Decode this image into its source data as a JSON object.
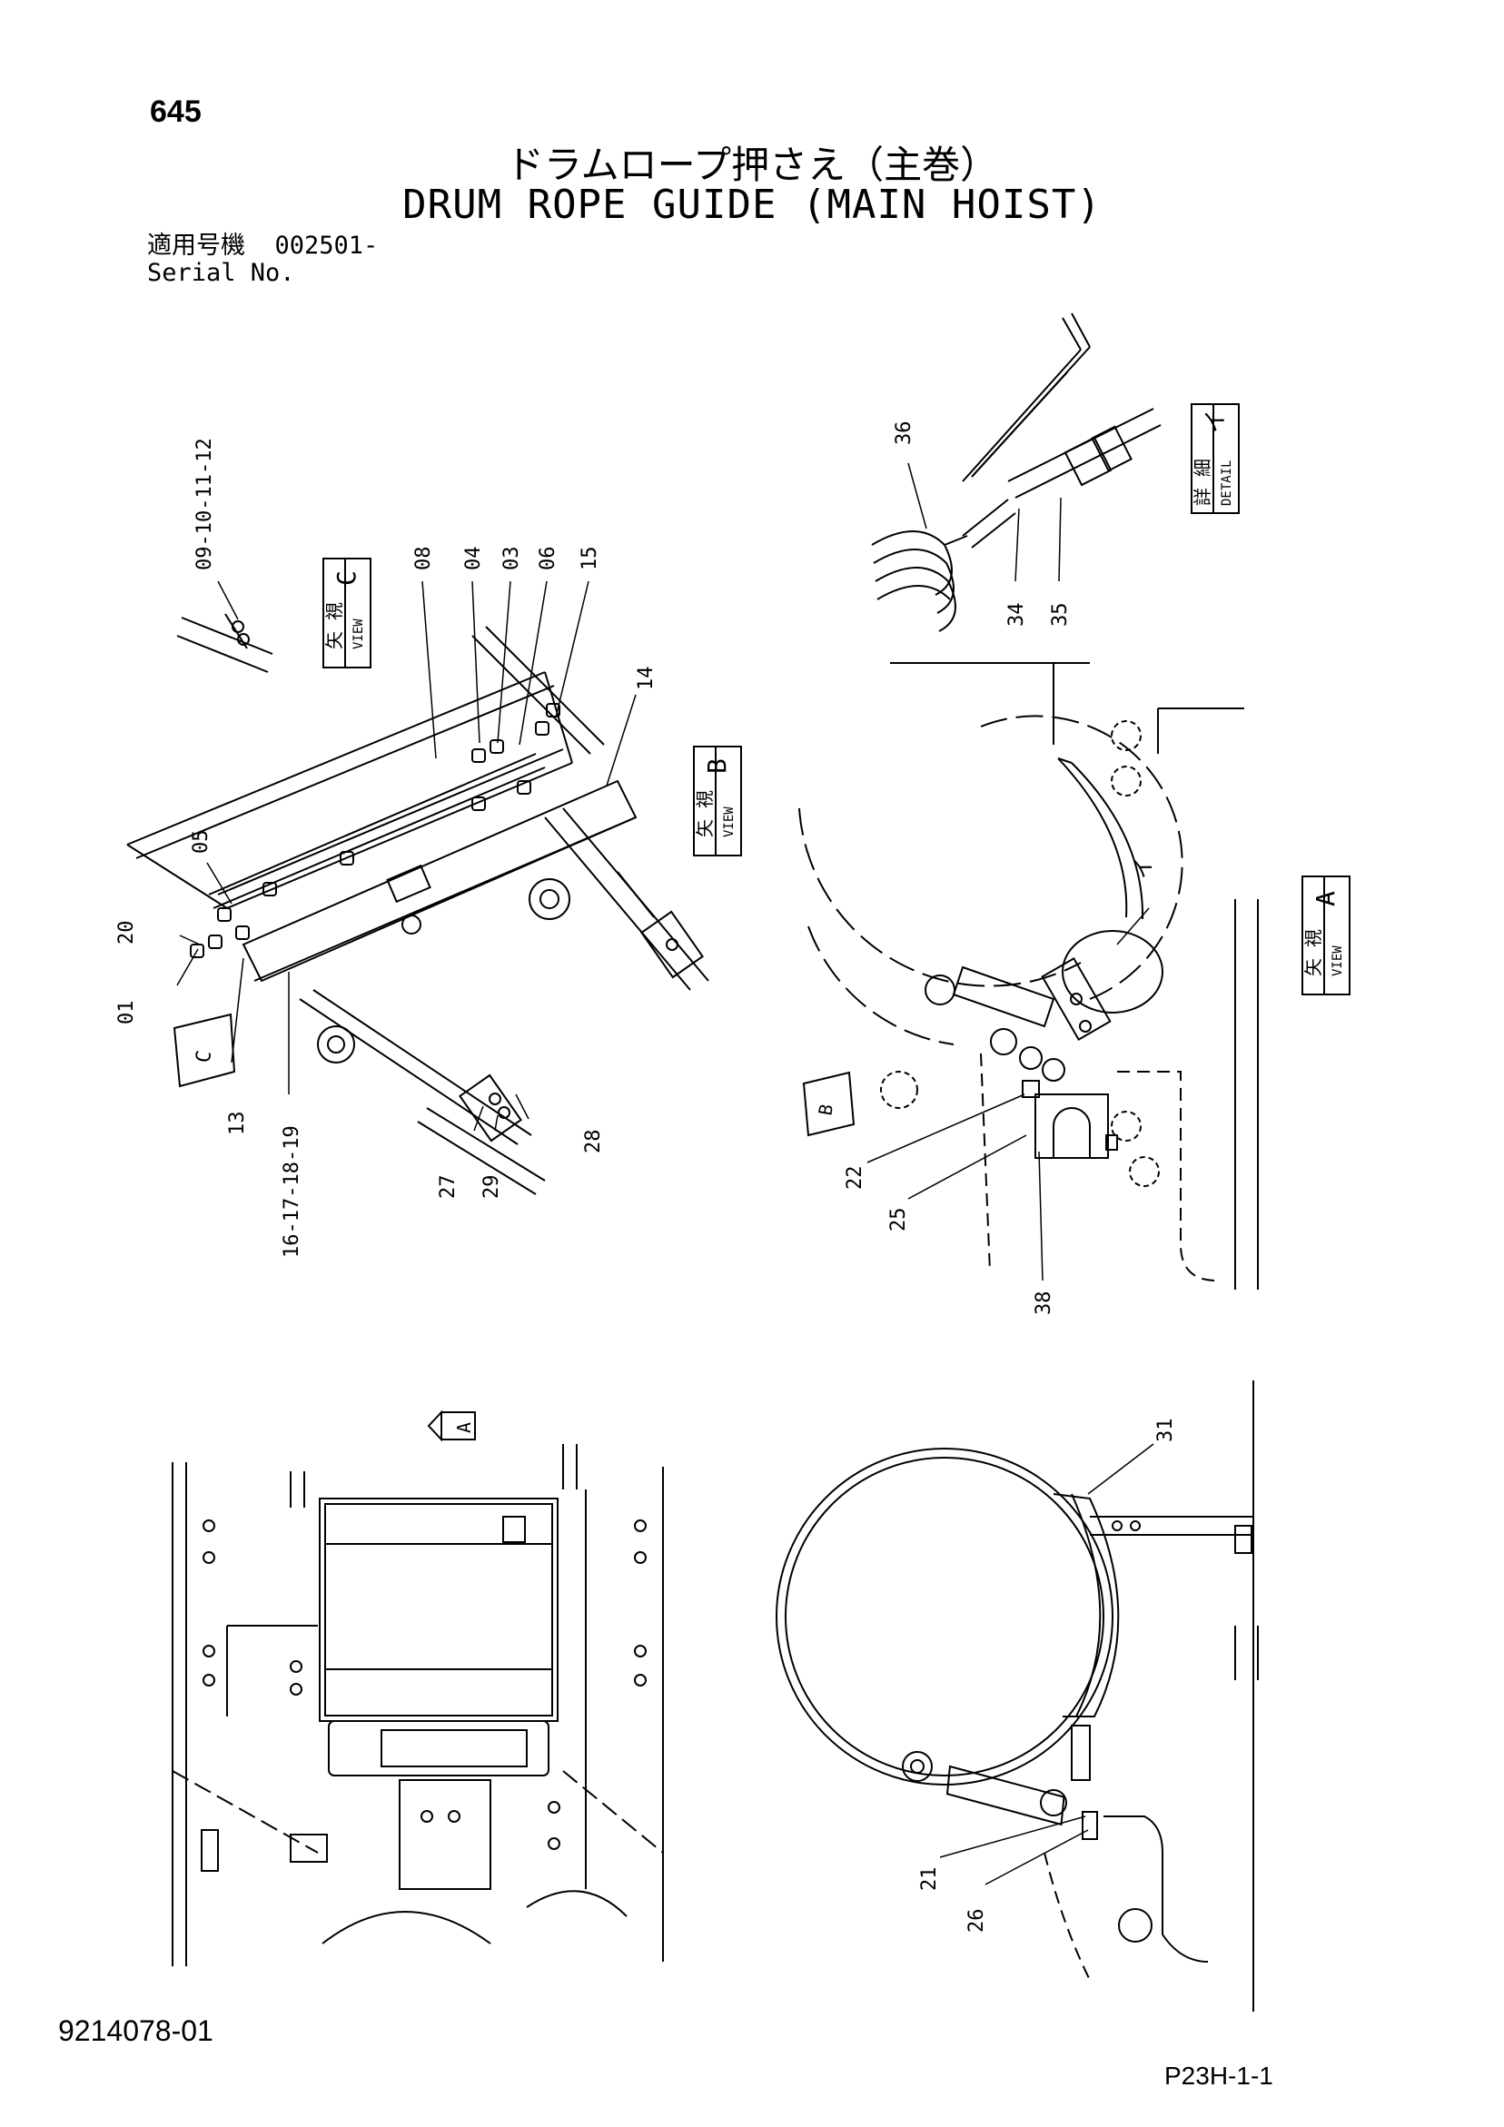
{
  "page_number": "645",
  "title_jp": "ドラムロープ押さえ（主巻）",
  "title_en": "DRUM ROPE GUIDE (MAIN HOIST)",
  "serial": {
    "label_jp": "適用号機",
    "value": "002501-",
    "label_en": "Serial No."
  },
  "views": {
    "view_c": {
      "jp": "矢 視",
      "en": "VIEW",
      "letter": "C"
    },
    "view_b": {
      "jp": "矢 視",
      "en": "VIEW",
      "letter": "B"
    },
    "view_a": {
      "jp": "矢 視",
      "en": "VIEW",
      "letter": "A"
    },
    "detail_i": {
      "jp": "詳 細",
      "en": "DETAIL",
      "letter": "イ"
    }
  },
  "arrows": {
    "c": "C",
    "b": "B",
    "a": "A",
    "detail": "イ"
  },
  "callouts": {
    "c09_10_11_12": "09-10-11-12",
    "c08": "08",
    "c04": "04",
    "c03": "03",
    "c06": "06",
    "c15": "15",
    "c14": "14",
    "c05": "05",
    "c20": "20",
    "c01": "01",
    "c13": "13",
    "c16_17_18_19": "16-17-18-19",
    "c27": "27",
    "c29": "29",
    "c28": "28",
    "c36": "36",
    "c34": "34",
    "c35": "35",
    "c22": "22",
    "c25": "25",
    "c38": "38",
    "c31": "31",
    "c21": "21",
    "c26": "26"
  },
  "doc_number": "9214078-01",
  "page_code": "P23H-1-1"
}
